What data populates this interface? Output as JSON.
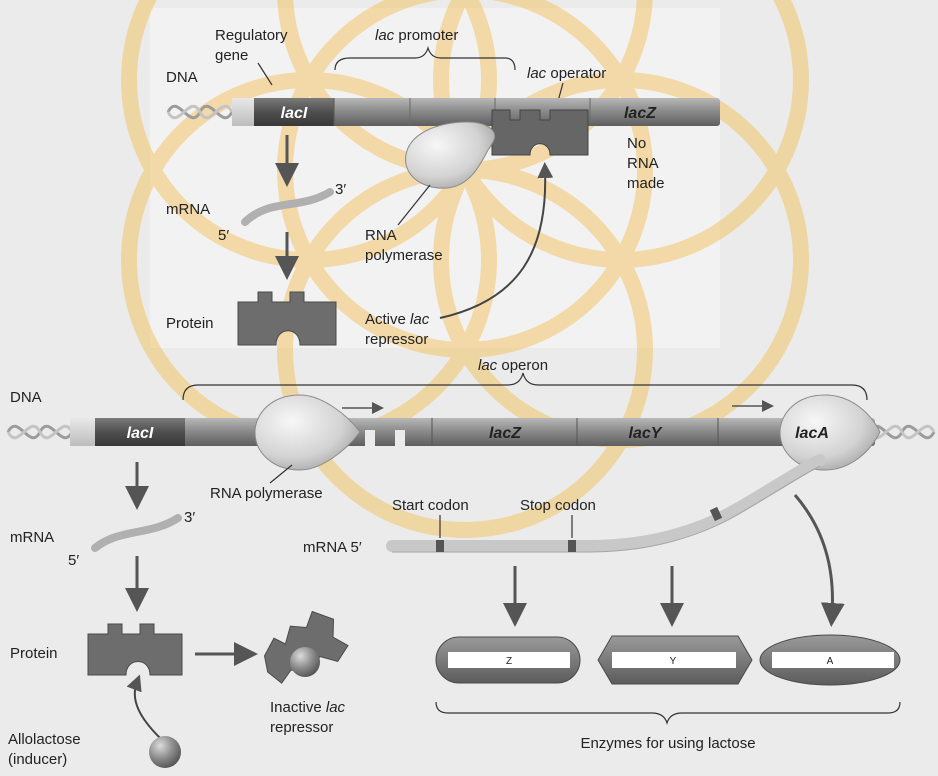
{
  "top": {
    "dna_label": "DNA",
    "regulatory_gene": [
      "Regulatory",
      "gene"
    ],
    "lac_promoter": {
      "italic": "lac",
      "rest": " promoter"
    },
    "lac_operator": {
      "italic": "lac",
      "rest": " operator"
    },
    "lacI": "lacI",
    "lacZ": "lacZ",
    "no_rna": [
      "No",
      "RNA",
      "made"
    ],
    "mrna_label": "mRNA",
    "three_prime": "3′",
    "five_prime": "5′",
    "rna_polymerase": [
      "RNA",
      "polymerase"
    ],
    "protein_label": "Protein",
    "active_repressor": {
      "line1_prefix": "Active ",
      "line1_italic": "lac",
      "line2": "repressor"
    }
  },
  "bottom": {
    "dna_label": "DNA",
    "lac_operon": {
      "italic": "lac",
      "rest": " operon"
    },
    "lacI": "lacI",
    "lacZ": "lacZ",
    "lacY": "lacY",
    "lacA": "lacA",
    "rna_polymerase": "RNA polymerase",
    "start_codon": "Start codon",
    "stop_codon": "Stop codon",
    "mrna_label": "mRNA",
    "mrna_5": "mRNA 5′",
    "three_prime": "3′",
    "five_prime": "5′",
    "protein_label": "Protein",
    "inactive_repressor": {
      "italic": "lac",
      "line1_prefix": "Inactive ",
      "line2": "repressor"
    },
    "allolactose": [
      "Allolactose",
      "(inducer)"
    ],
    "enzymes": "Enzymes for using lactose",
    "enzyme_z": "Z",
    "enzyme_y": "Y",
    "enzyme_a": "A"
  },
  "colors": {
    "background": "#ebebeb",
    "dna_body": "#8a8a8a",
    "dna_dark": "#5a5a5a",
    "watermark": "#f2c66a",
    "mrna": "#cfcfcf",
    "protein": "#6d6d6d"
  }
}
